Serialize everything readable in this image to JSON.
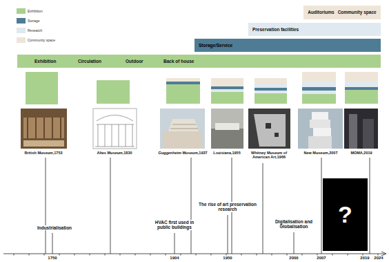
{
  "diagram": {
    "nodes": [
      {
        "text": [
          "Auditoriums",
          "Community space"
        ]
      },
      {
        "text": [
          "Preservation facilities"
        ]
      },
      {
        "text": [
          "Storage/Service"
        ]
      },
      {
        "text": [
          "Exhibition",
          "Circulation",
          "Outdoor",
          "Back of house"
        ]
      },
      {
        "text": [
          "?"
        ]
      }
    ],
    "labels": [
      "British Museum,1753",
      "Altes Museum,1830",
      "Guggenheim Museum,1937",
      "Louisiana,1955",
      "Whitney Museum of American Art,1966",
      "New Museum,2007",
      "MOMA,2019",
      "Industrialisation",
      "HVAC first used in public buildings",
      "The rise of art preservation research",
      "Digitalisation and Globalisation",
      "1750",
      "1904",
      "1950",
      "2000",
      "2007",
      "2019",
      "2024"
    ],
    "legend": [
      {
        "text": "Exhibition",
        "color": "#a9d18e"
      },
      {
        "text": "Storage",
        "color": "#4f7c95"
      },
      {
        "text": "Research",
        "color": "#dfe9ef"
      },
      {
        "text": "Community space",
        "color": "#eee5d8"
      }
    ]
  }
}
